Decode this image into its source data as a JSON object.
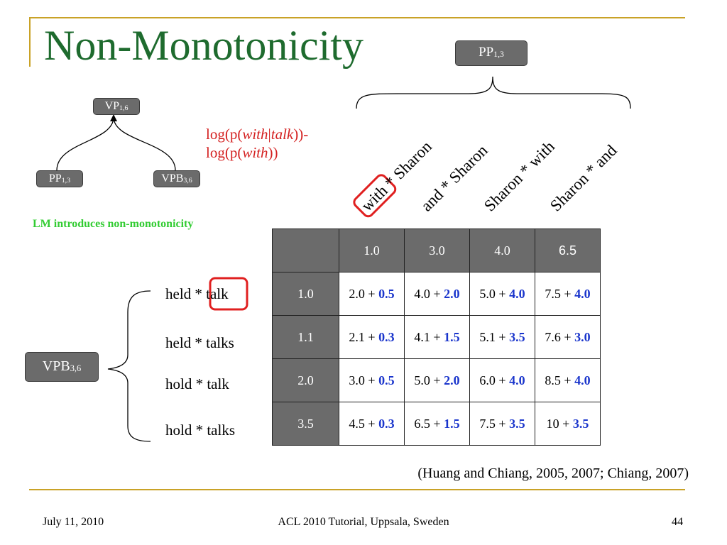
{
  "title": "Non-Monotonicity",
  "tree": {
    "root": {
      "label": "VP",
      "sub": "1,6"
    },
    "left": {
      "label": "PP",
      "sub": "1,3"
    },
    "right": {
      "label": "VPB",
      "sub": "3,6"
    }
  },
  "pp_node": {
    "label": "PP",
    "sub": "1,3"
  },
  "vpb_node": {
    "label": "VPB",
    "sub": "3,6"
  },
  "formula": {
    "line1_prefix": "log(p(",
    "line1_with": "with",
    "line1_bar": "|",
    "line1_talk": "talk",
    "line1_suffix": "))-",
    "line2_prefix": "log(p(",
    "line2_with": "with",
    "line2_suffix": "))"
  },
  "lm_note": "LM introduces non-monotonicity",
  "pp_hypotheses": [
    {
      "first": "with",
      "rest": " * Sharon"
    },
    {
      "first": "and",
      "rest": " * Sharon"
    },
    {
      "first": "Sharon",
      "rest": " *  with"
    },
    {
      "first": "Sharon",
      "rest": " *  and"
    }
  ],
  "vpb_hypotheses": [
    "held * talk",
    "held * talks",
    "hold * talk",
    "hold * talks"
  ],
  "table": {
    "column_headers": [
      "1.0",
      "3.0",
      "4.0",
      "6.5"
    ],
    "rows": [
      {
        "header": "1.0",
        "cells": [
          {
            "base": "2.0 + ",
            "lm": "0.5"
          },
          {
            "base": "4.0 + ",
            "lm": "2.0"
          },
          {
            "base": "5.0 + ",
            "lm": "4.0"
          },
          {
            "base": "7.5 + ",
            "lm": "4.0"
          }
        ]
      },
      {
        "header": "1.1",
        "cells": [
          {
            "base": "2.1 + ",
            "lm": "0.3"
          },
          {
            "base": "4.1 + ",
            "lm": "1.5"
          },
          {
            "base": "5.1 + ",
            "lm": "3.5"
          },
          {
            "base": "7.6 + ",
            "lm": "3.0"
          }
        ]
      },
      {
        "header": "2.0",
        "cells": [
          {
            "base": "3.0 + ",
            "lm": "0.5"
          },
          {
            "base": "5.0 + ",
            "lm": "2.0"
          },
          {
            "base": "6.0 + ",
            "lm": "4.0"
          },
          {
            "base": "8.5 + ",
            "lm": "4.0"
          }
        ]
      },
      {
        "header": "3.5",
        "cells": [
          {
            "base": "4.5 + ",
            "lm": "0.3"
          },
          {
            "base": "6.5 + ",
            "lm": "1.5"
          },
          {
            "base": "7.5 + ",
            "lm": "3.5"
          },
          {
            "base": "10 + ",
            "lm": "3.5"
          }
        ]
      }
    ]
  },
  "citation": "(Huang and Chiang, 2005, 2007; Chiang, 2007)",
  "footer": {
    "date": "July 11, 2010",
    "event": "ACL 2010 Tutorial, Uppsala, Sweden",
    "page": "44"
  },
  "colors": {
    "title": "#1e6b2e",
    "accent_rule": "#c9a227",
    "highlight": "#e02020",
    "lm_cost": "#1a35cc",
    "note": "#33cc33",
    "node_fill": "#6b6b6b"
  }
}
